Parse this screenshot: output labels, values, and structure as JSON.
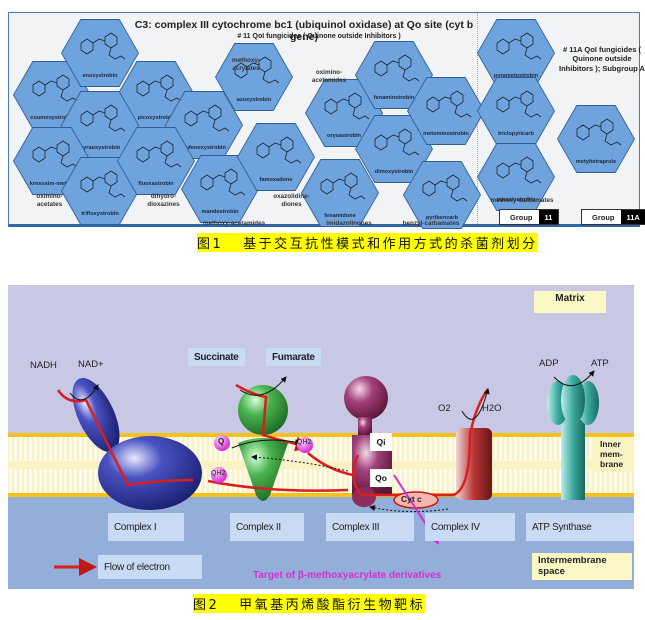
{
  "figure1": {
    "title": "C3: complex III cytochrome bc1 (ubiquinol oxidase) at Qo site (cyt b gene)",
    "subtitle": "# 11 QoI fungicides ( Quinone outside Inhibitors )",
    "subgroup_a_text": "# 11A QoI fungicides ( Quinone outside Inhibitors ); Subgroup A",
    "compounds": [
      {
        "name": "coumoxystrobin"
      },
      {
        "name": "enoxystrobin"
      },
      {
        "name": "picoxystrobin"
      },
      {
        "name": "pyraoxystrobin"
      },
      {
        "name": "flufenoxystrobin"
      },
      {
        "name": "azoxystrobin"
      },
      {
        "name": "kresoxim-methyl"
      },
      {
        "name": "trifloxystrobin"
      },
      {
        "name": "fluoxastrobin"
      },
      {
        "name": "mandestrobin"
      },
      {
        "name": "famoxadone"
      },
      {
        "name": "fenamidone"
      },
      {
        "name": "orysastrobin"
      },
      {
        "name": "fenaminstrobin"
      },
      {
        "name": "dimoxystrobin"
      },
      {
        "name": "metominostrobin"
      },
      {
        "name": "pyribencarb"
      },
      {
        "name": "pyrametostrobin"
      },
      {
        "name": "triclopyricarb"
      },
      {
        "name": "pyraclostrobin"
      },
      {
        "name": "metyltetraprole"
      }
    ],
    "classes": {
      "methoxy_acrylates": "methoxy-acrylates",
      "oximino_acetamides": "oximino-acetamides",
      "oximino_acetates": "oximino-acetates",
      "dihydro_dioxazines": "dihydro-dioxazines",
      "methoxy_acetamides": "methoxy-acetamides",
      "oxazolidine_diones": "oxazolidine-diones",
      "imidazolinones": "imidazolinones",
      "benzyl_carbamates": "benzyl-carbamates",
      "methoxy_carbamates": "methoxy-carbamates"
    },
    "groups": [
      {
        "label": "Group",
        "code": "11"
      },
      {
        "label": "Group",
        "code": "11A"
      }
    ],
    "caption": "图1   基于交互抗性模式和作用方式的杀菌剂划分"
  },
  "figure2": {
    "matrix_label": "Matrix",
    "inner_membrane_label": "Inner mem-brane",
    "intermembrane_label": "Intermembrane space",
    "substrates": {
      "nadh": "NADH",
      "nad": "NAD+",
      "succinate": "Succinate",
      "fumarate": "Fumarate",
      "o2": "O2",
      "h2o": "H2O",
      "adp": "ADP",
      "atp": "ATP"
    },
    "carriers": {
      "q": "Q",
      "qh2": "QH2",
      "cytc": "Cyt c",
      "qi": "Qi",
      "qo": "Qo"
    },
    "complexes": [
      "Complex I",
      "Complex II",
      "Complex III",
      "Complex IV",
      "ATP Synthase"
    ],
    "legend_flow": "Flow of electron",
    "target_text": "Target of β-methoxyacrylate derivatives",
    "colors": {
      "electron_flow": "#d81f1f",
      "target": "#d62ed6",
      "complex1": "#2d3596",
      "complex2": "#3fa845",
      "complex3": "#8c2b5c",
      "complex4": "#9c2626",
      "atp_synthase": "#2f9c92"
    },
    "caption": "图2   甲氧基丙烯酸酯衍生物靶标"
  }
}
